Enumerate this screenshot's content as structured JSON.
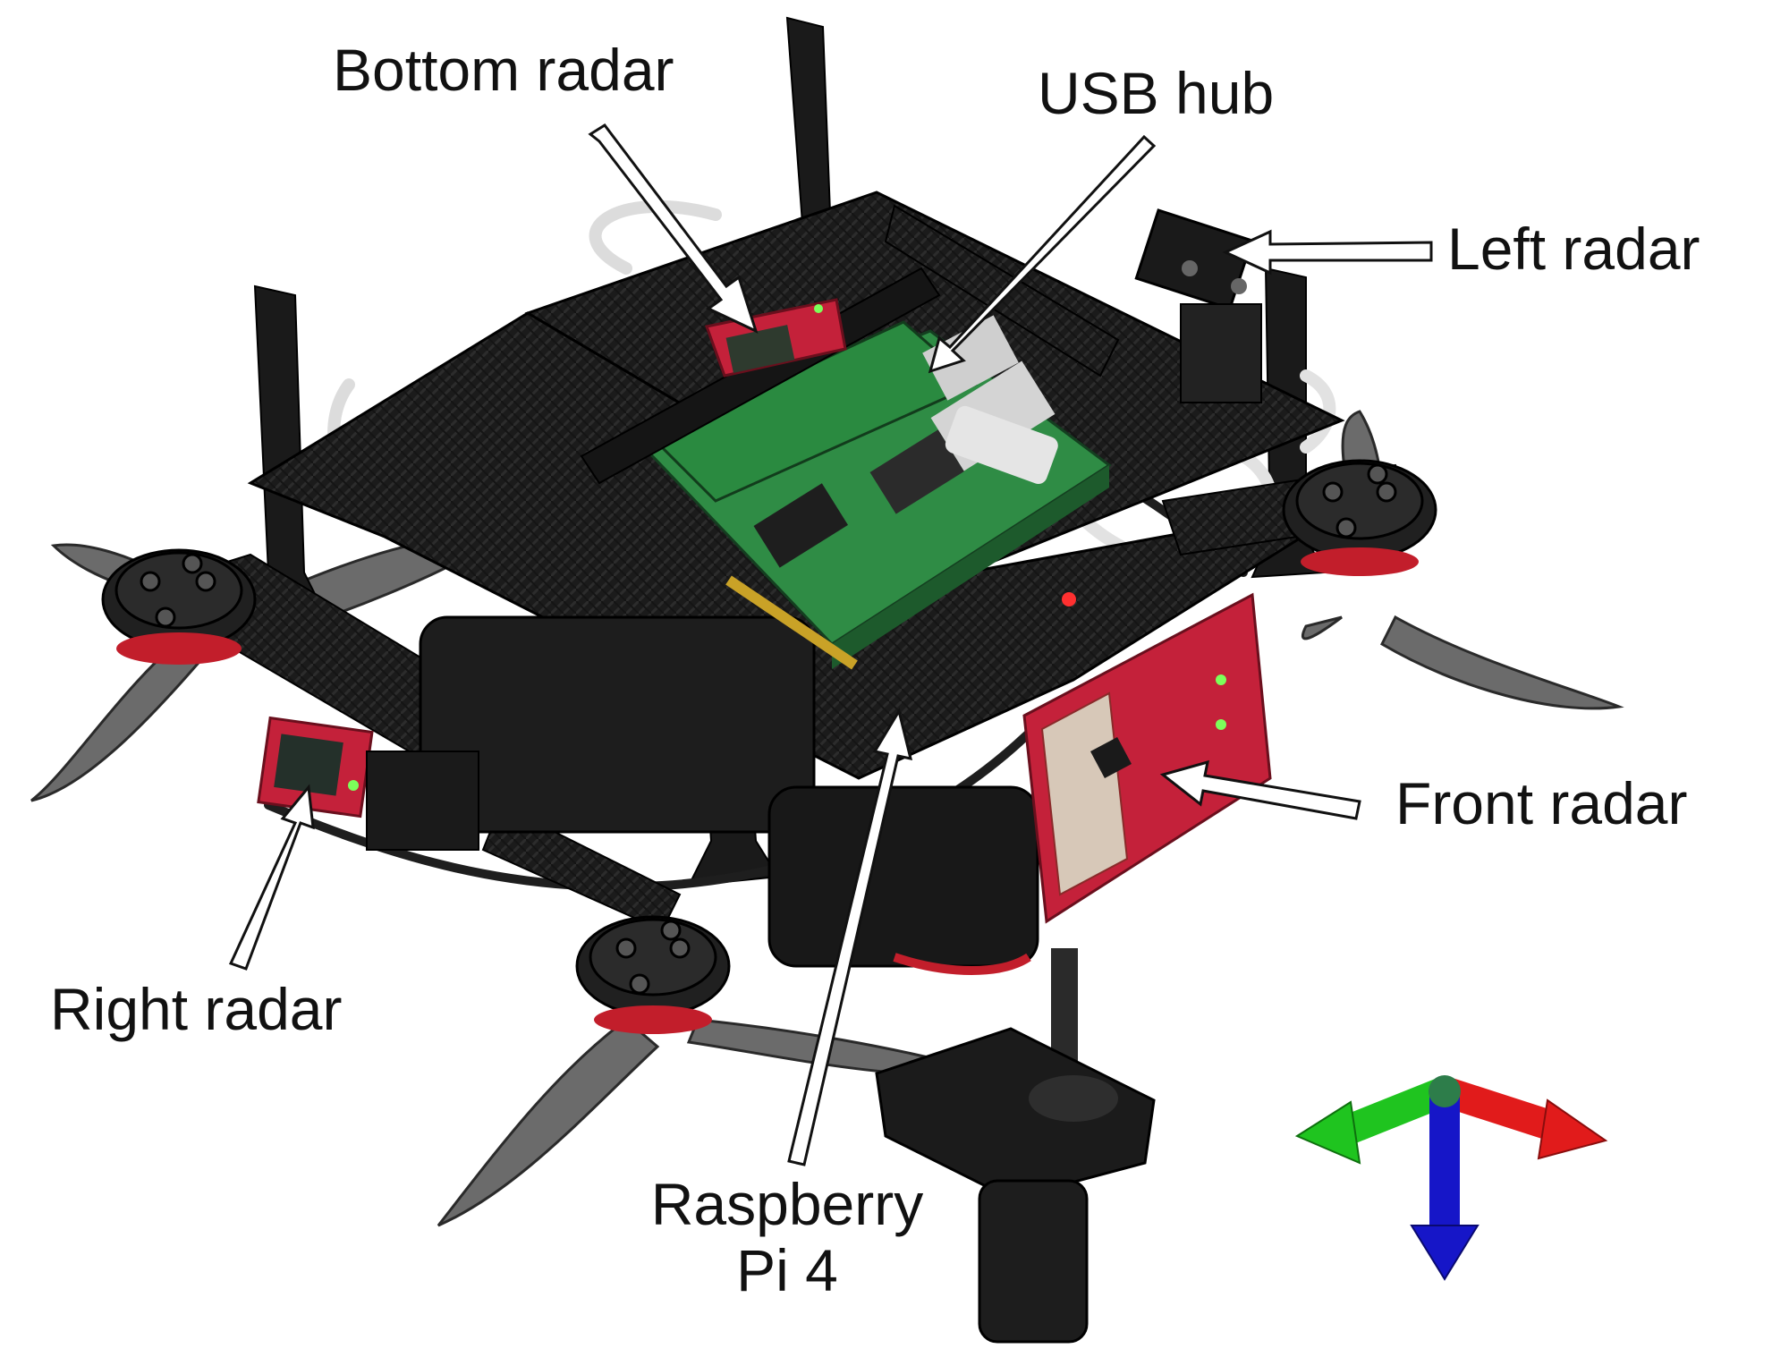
{
  "labels": {
    "bottom_radar": "Bottom radar",
    "usb_hub": "USB hub",
    "left_radar": "Left radar",
    "front_radar": "Front radar",
    "right_radar": "Right radar",
    "raspberry_pi_line1": "Raspberry",
    "raspberry_pi_line2": "Pi 4"
  },
  "axes_triad": {
    "x_axis_color": "#e11b1b",
    "y_axis_color": "#1fc41f",
    "z_axis_color": "#1616c8"
  },
  "colors": {
    "carbon_frame": "#1c1c1c",
    "radar_pcb": "#c4213a",
    "raspberry_pi_pcb": "#2f8c45",
    "cable_white": "#e6e6e6",
    "propeller": "#6e6e6e"
  }
}
